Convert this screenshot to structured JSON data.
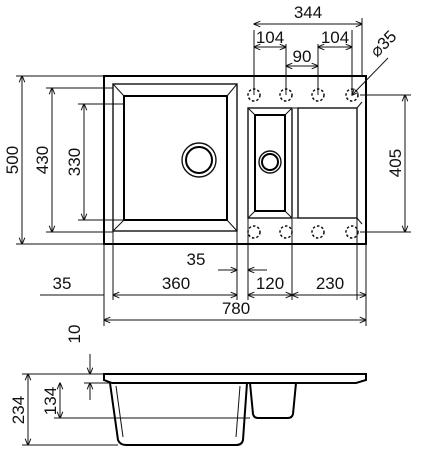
{
  "dimensions": {
    "overall_width": "780",
    "width_344": "344",
    "width_104_left": "104",
    "width_90": "90",
    "width_104_right": "104",
    "hole_diameter": "⌀35",
    "height_500": "500",
    "height_430": "430",
    "height_330": "330",
    "height_405": "405",
    "offset_35_left": "35",
    "bowl_width_360": "360",
    "gap_35": "35",
    "small_bowl_120": "120",
    "drainer_230": "230",
    "thickness_10": "10",
    "depth_234": "234",
    "depth_134": "134"
  },
  "colors": {
    "line": "#111111",
    "background": "#ffffff"
  }
}
